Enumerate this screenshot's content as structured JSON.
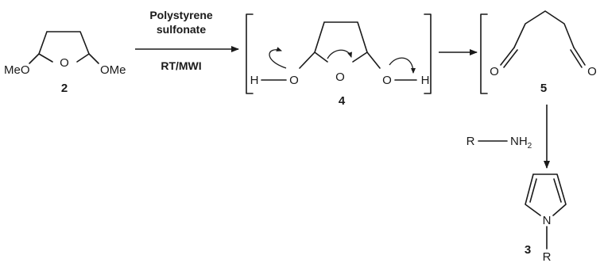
{
  "scheme": {
    "compound_2": {
      "number": "2",
      "left_substituent": "MeO",
      "ring_oxygen": "O",
      "right_substituent": "OMe"
    },
    "step_1": {
      "reagent_line_1": "Polystyrene",
      "reagent_line_2": "sulfonate",
      "conditions": "RT/MWI"
    },
    "intermediate_4": {
      "number": "4",
      "left_hydrogen": "H",
      "left_oxygen": "O",
      "ring_oxygen": "O",
      "right_oxygen": "O",
      "right_hydrogen": "H"
    },
    "intermediate_5": {
      "number": "5",
      "left_carbonyl_oxygen": "O",
      "right_carbonyl_oxygen": "O"
    },
    "step_3": {
      "amine_r": "R",
      "amine_nh": "NH",
      "amine_subscript": "2"
    },
    "product_3": {
      "number": "3",
      "nitrogen": "N",
      "substituent": "R"
    }
  }
}
